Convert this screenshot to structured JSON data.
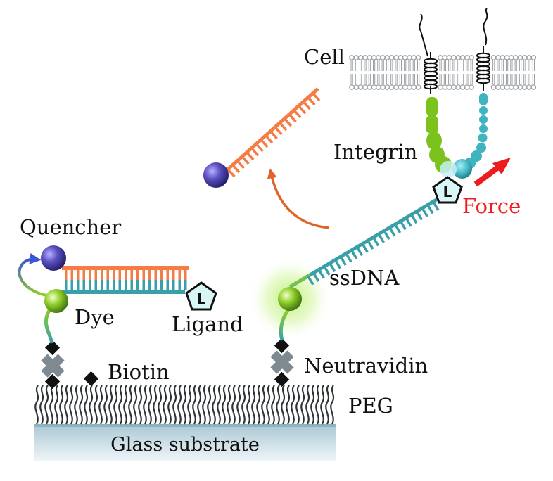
{
  "labels": {
    "cell": "Cell",
    "integrin": "Integrin",
    "force": "Force",
    "quencher": "Quencher",
    "dye": "Dye",
    "ligand": "Ligand",
    "ssdna": "ssDNA",
    "biotin": "Biotin",
    "neutravidin": "Neutravidin",
    "peg": "PEG",
    "glass_substrate": "Glass substrate",
    "ligand_symbol_left": "L",
    "ligand_symbol_right": "L"
  },
  "colors": {
    "orange_strand": "#f57d45",
    "teal_strand": "#3aa0a8",
    "integrin_green": "#7cc21c",
    "integrin_teal": "#3fb4c0",
    "quencher_purple": "#5a4fc0",
    "dye_green": "#8fcf2a",
    "force_red": "#ee1c1c",
    "release_arrow": "#e0642a",
    "membrane": "#9aa0a4",
    "neutravidin_gray": "#7e8a92",
    "glass": "#c9dde6"
  }
}
